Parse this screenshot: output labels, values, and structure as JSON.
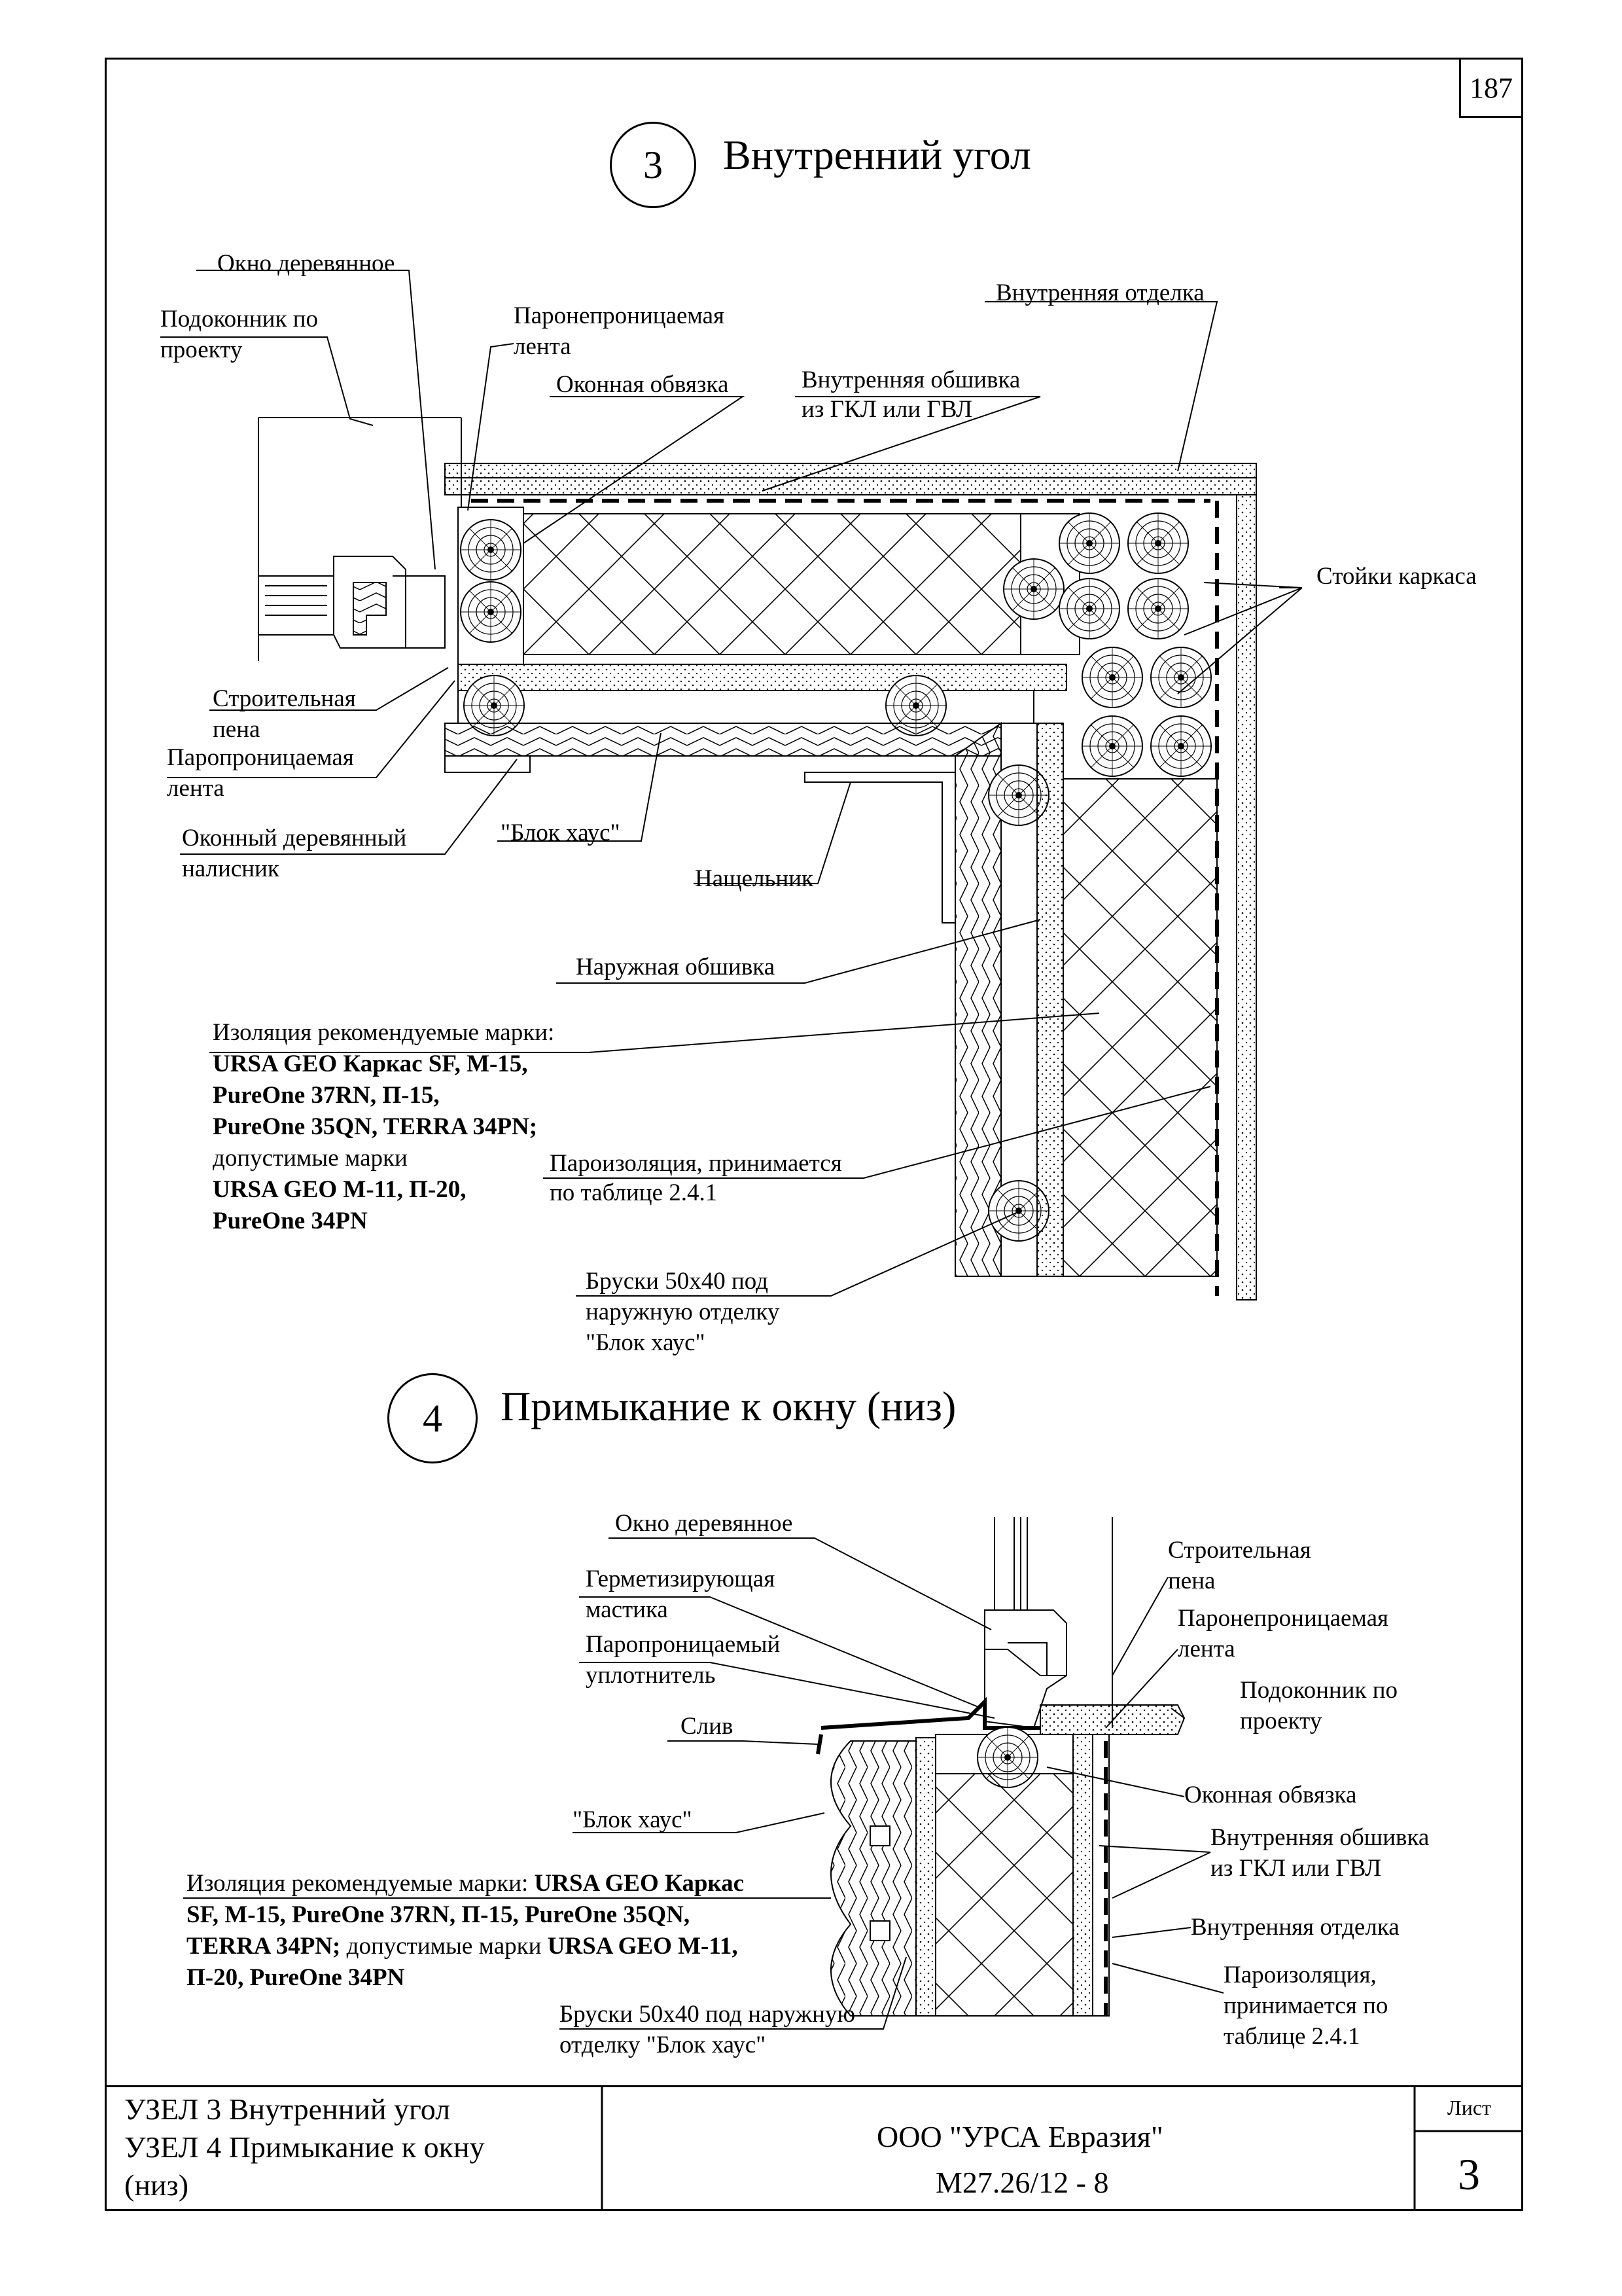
{
  "page_number": "187",
  "node3": {
    "number": "3",
    "title": "Внутренний угол",
    "labels": {
      "okno": "Окно деревянное",
      "podokonnik": [
        "Подоконник по",
        "проекту"
      ],
      "paroneprons_lenta": [
        "Паронепроницаемая",
        "лента"
      ],
      "okonnaya_obvyazka": "Оконная обвязка",
      "vn_obshivka": [
        "Внутренняя обшивка",
        "из ГКЛ или ГВЛ"
      ],
      "vn_otdelka": "Внутренняя отделка",
      "stoyki": "Стойки каркаса",
      "stroit_pena": [
        "Строительная",
        "пена"
      ],
      "paropron_lenta": [
        "Паропроницаемая",
        "лента"
      ],
      "nalichnik": [
        "Оконный деревянный",
        "налисник"
      ],
      "blok_haus": "\"Блок хаус\"",
      "naschelnik": "Нащельник",
      "nar_obshivka": "Наружная обшивка",
      "izolyaciya": [
        {
          "text": "Изоляция рекомендуемые марки:",
          "bold": false
        },
        {
          "text": "URSA GEO Каркас SF, М-15,",
          "bold": true
        },
        {
          "text": "PureOne 37RN, П-15,",
          "bold": true
        },
        {
          "text": "PureOne 35QN, TERRA 34PN;",
          "bold": true
        },
        {
          "text": "допустимые марки",
          "bold": false
        },
        {
          "text": "URSA GEO М-11, П-20,",
          "bold": true
        },
        {
          "text": "PureOne 34PN",
          "bold": true
        }
      ],
      "paroizolyaciya": [
        "Пароизоляция, принимается",
        "по таблице 2.4.1"
      ],
      "bruski": [
        "Бруски 50х40 под",
        "наружную отделку",
        "\"Блок хаус\""
      ]
    }
  },
  "node4": {
    "number": "4",
    "title": "Примыкание к окну (низ)",
    "labels": {
      "okno": "Окно деревянное",
      "mastika": [
        "Герметизирующая",
        "мастика"
      ],
      "uplotnitel": [
        "Паропроницаемый",
        "уплотнитель"
      ],
      "sliv": "Слив",
      "blok_haus": "\"Блок хаус\"",
      "stroit_pena": [
        "Строительная",
        "пена"
      ],
      "paroneprons_lenta": [
        "Паронепроницаемая",
        "лента"
      ],
      "podokonnik": [
        "Подоконник по",
        "проекту"
      ],
      "okonnaya_obvyazka": "Оконная обвязка",
      "vn_obshivka": [
        "Внутренняя обшивка",
        "из ГКЛ или ГВЛ"
      ],
      "vn_otdelka": "Внутренняя отделка",
      "paroizolyaciya": [
        "Пароизоляция,",
        "принимается по",
        "таблице 2.4.1"
      ],
      "izol_line1_normal": "Изоляция рекомендуемые марки: ",
      "izol_line1_bold": "URSA GEO Каркас",
      "izol_line2_bold": "SF, М-15, PureOne 37RN, П-15, PureOne 35QN,",
      "izol_line3_bold1": "TERRA 34PN;",
      "izol_line3_normal": " допустимые марки ",
      "izol_line3_bold2": "URSA GEO М-11,",
      "izol_line4_bold": "П-20, PureOne 34PN",
      "bruski": [
        "Бруски 50х40 под наружную",
        "отделку \"Блок хаус\""
      ]
    }
  },
  "stamp": {
    "left_lines": [
      "УЗЕЛ 3 Внутренний угол",
      "УЗЕЛ 4 Примыкание к окну",
      "(низ)"
    ],
    "company": "ООО \"УРСА Евразия\"",
    "code": "М27.26/12 - 8",
    "sheet_label": "Лист",
    "sheet_number": "3"
  }
}
